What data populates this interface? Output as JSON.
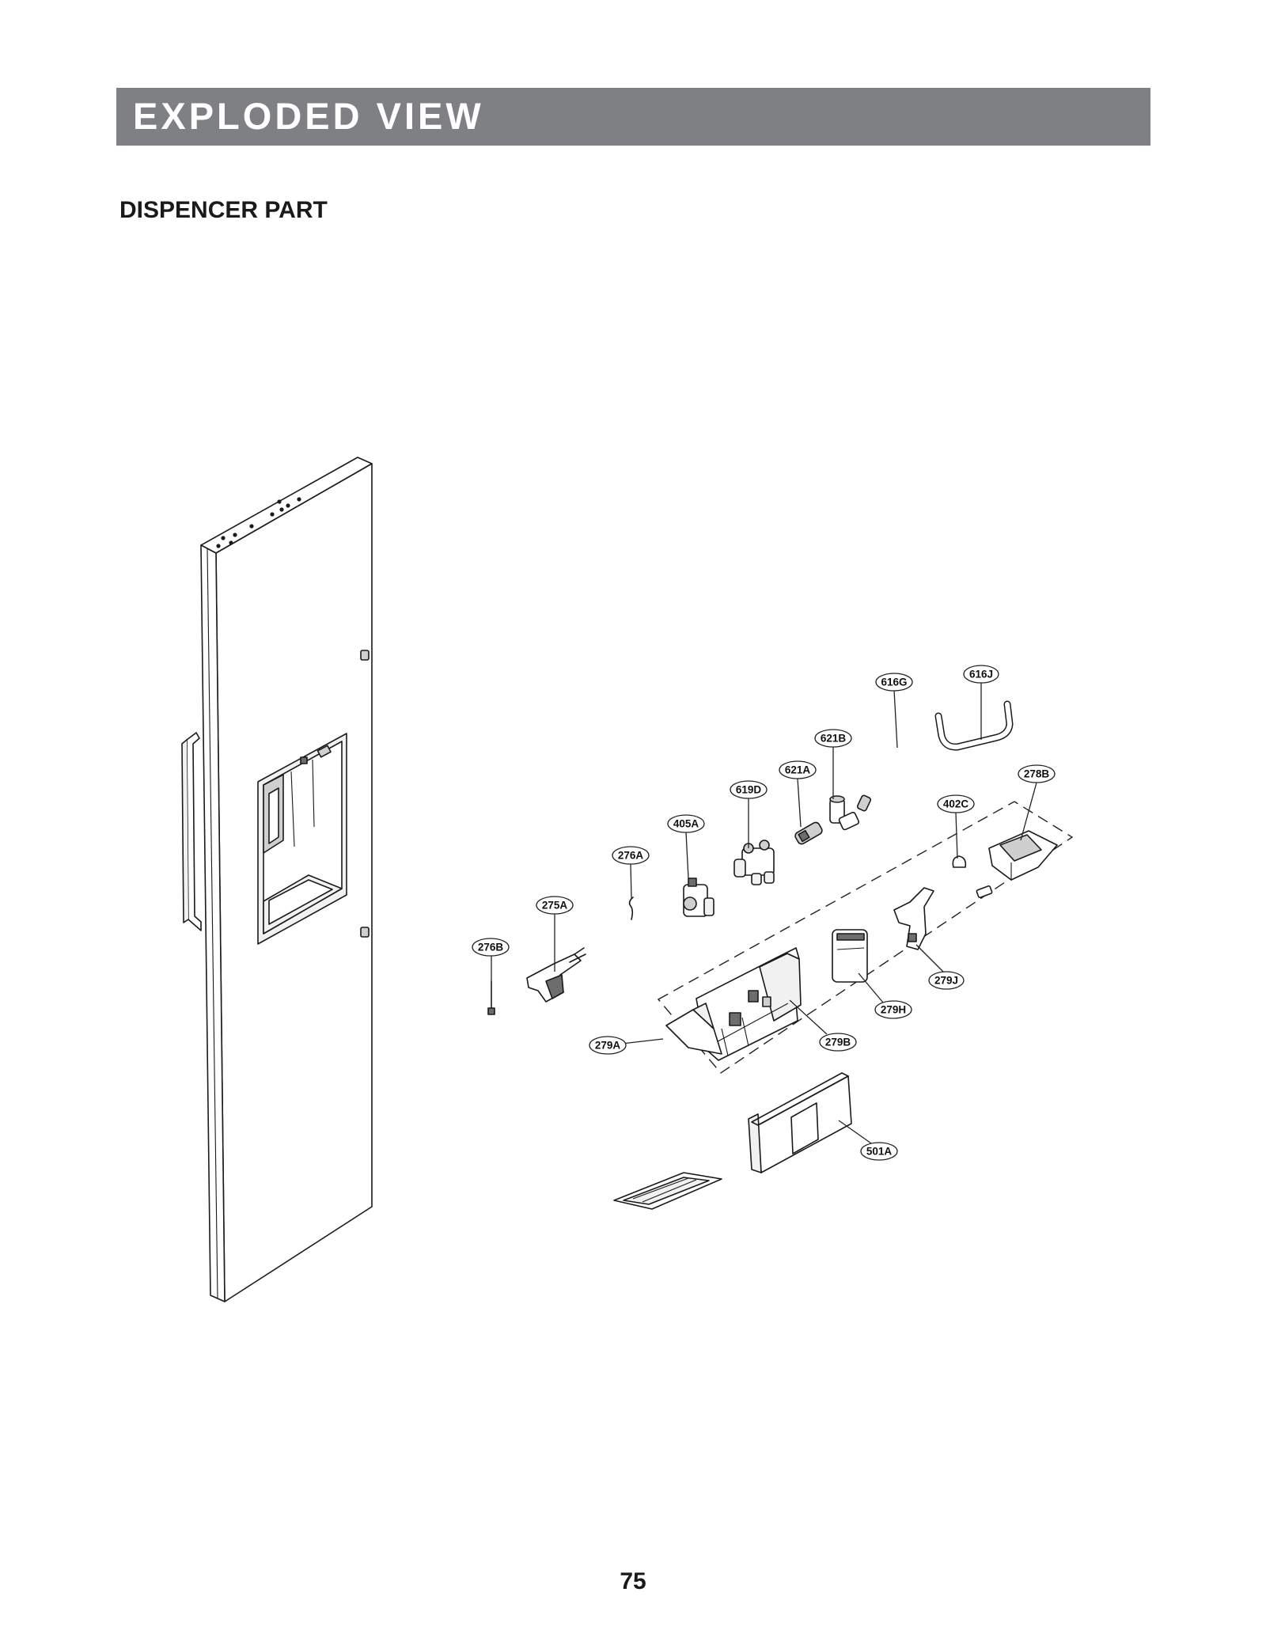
{
  "header": {
    "title": "EXPLODED VIEW"
  },
  "section": {
    "title": "DISPENCER PART"
  },
  "page": {
    "number": "75"
  },
  "callouts": [
    {
      "id": "616G",
      "label": "616G"
    },
    {
      "id": "616J",
      "label": "616J"
    },
    {
      "id": "621B",
      "label": "621B"
    },
    {
      "id": "621A",
      "label": "621A"
    },
    {
      "id": "619D",
      "label": "619D"
    },
    {
      "id": "278B",
      "label": "278B"
    },
    {
      "id": "402C",
      "label": "402C"
    },
    {
      "id": "405A",
      "label": "405A"
    },
    {
      "id": "276A",
      "label": "276A"
    },
    {
      "id": "275A",
      "label": "275A"
    },
    {
      "id": "276B",
      "label": "276B"
    },
    {
      "id": "279J",
      "label": "279J"
    },
    {
      "id": "279H",
      "label": "279H"
    },
    {
      "id": "279B",
      "label": "279B"
    },
    {
      "id": "279A",
      "label": "279A"
    },
    {
      "id": "501A",
      "label": "501A"
    }
  ]
}
